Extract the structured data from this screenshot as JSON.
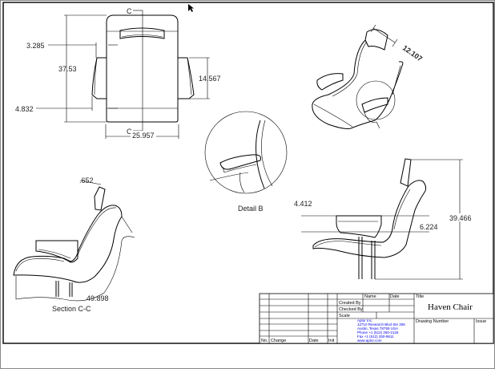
{
  "drawing": {
    "top_view": {
      "dims": [
        "3.285",
        "37.53",
        "4.832",
        "14.567",
        "25.957"
      ],
      "section_marker": "C"
    },
    "iso_view": {
      "dim": "12.107"
    },
    "detail": {
      "label": "Detail B"
    },
    "section": {
      "label": "Section C-C",
      "dims": [
        ".652",
        "49.898"
      ]
    },
    "side_view": {
      "dims": [
        "4.412",
        "6.224",
        "39.466"
      ]
    }
  },
  "title_block": {
    "headers": {
      "name": "Name",
      "date": "Date",
      "title": "Title",
      "drawing_number": "Drawing Number",
      "issue": "Issue"
    },
    "rows": {
      "created_by": "Created By",
      "checked_by": "Checked By",
      "scale": "Scale"
    },
    "revision_headers": {
      "no": "No.",
      "change": "Change",
      "date": "Date",
      "init": "Init"
    },
    "title_value": "Haven Chair",
    "company": [
      "Aptor Inc.",
      "12710 Research Blvd  Ste 306",
      "Austin, Texas 78759 USA",
      "Phone +1 (512) 250-2126",
      "Fax +1 (512) 250-9811",
      "www.aptor.com"
    ],
    "company_color": "#0000ee"
  }
}
